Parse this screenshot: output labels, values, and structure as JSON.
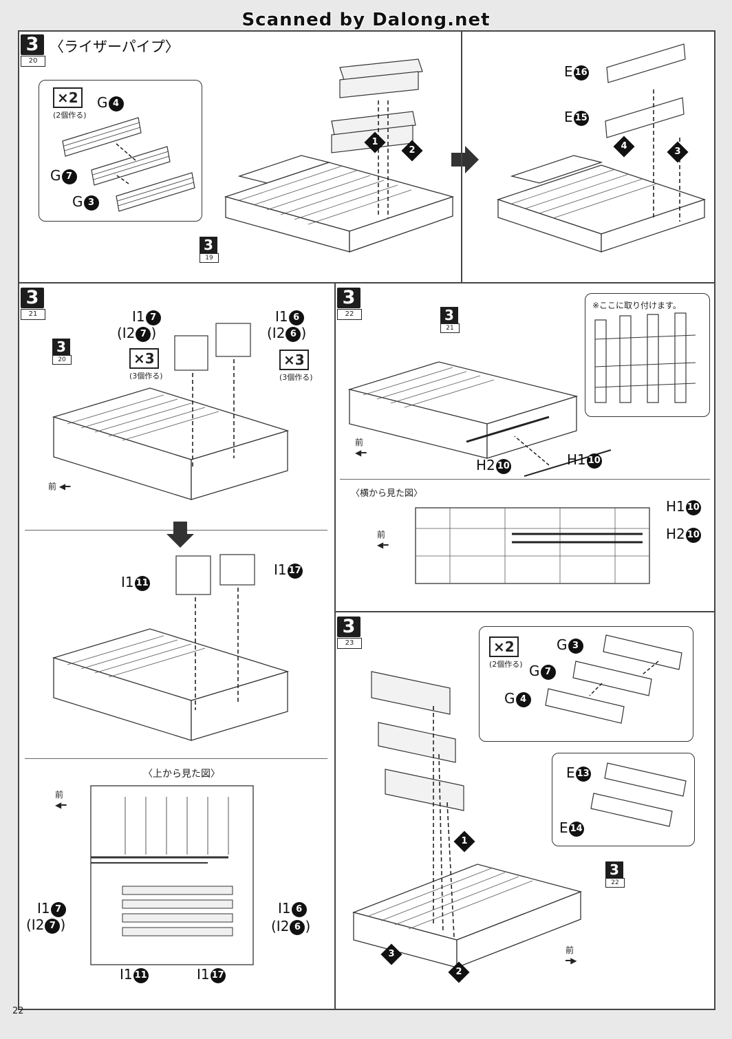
{
  "watermark": "Scanned by Dalong.net",
  "page_number": "22",
  "steps": {
    "s20": {
      "number": "3",
      "sub": "20",
      "title": "〈ライザーパイプ〉",
      "multiplier": "×2",
      "multiplier_note": "(2個作る)",
      "parts_left": [
        "G",
        "G",
        "G"
      ],
      "parts_left_nums": [
        "4",
        "7",
        "3"
      ],
      "parts_right": [
        "E",
        "E"
      ],
      "parts_right_nums": [
        "16",
        "15"
      ],
      "arrows": [
        "1",
        "2",
        "3",
        "4"
      ],
      "base_ref": {
        "number": "3",
        "sub": "19"
      }
    },
    "s21": {
      "number": "3",
      "sub": "21",
      "base_ref": {
        "number": "3",
        "sub": "20"
      },
      "part_a": "I1",
      "part_a_num": "7",
      "part_a_alt": "(I2",
      "part_a_alt_num": "7",
      "part_b": "I1",
      "part_b_num": "6",
      "part_b_alt": "(I2",
      "part_b_alt_num": "6",
      "close_paren": ")",
      "multiplier": "×3",
      "multiplier_note": "(3個作る)",
      "front": "前",
      "part_c": "I1",
      "part_c_num": "11",
      "part_d": "I1",
      "part_d_num": "17",
      "top_view_title": "〈上から見た図〉"
    },
    "s22": {
      "number": "3",
      "sub": "22",
      "base_ref": {
        "number": "3",
        "sub": "21"
      },
      "note": "※ここに取り付けます。",
      "h2": "H2",
      "h2_num": "10",
      "h1": "H1",
      "h1_num": "10",
      "front": "前",
      "side_view_title": "〈横から見た図〉"
    },
    "s23": {
      "number": "3",
      "sub": "23",
      "multiplier": "×2",
      "multiplier_note": "(2個作る)",
      "parts_g": [
        "G",
        "G",
        "G"
      ],
      "parts_g_nums": [
        "3",
        "7",
        "4"
      ],
      "parts_e": [
        "E",
        "E"
      ],
      "parts_e_nums": [
        "13",
        "14"
      ],
      "arrows": [
        "1",
        "2",
        "3"
      ],
      "base_ref": {
        "number": "3",
        "sub": "22"
      },
      "front": "前"
    }
  }
}
